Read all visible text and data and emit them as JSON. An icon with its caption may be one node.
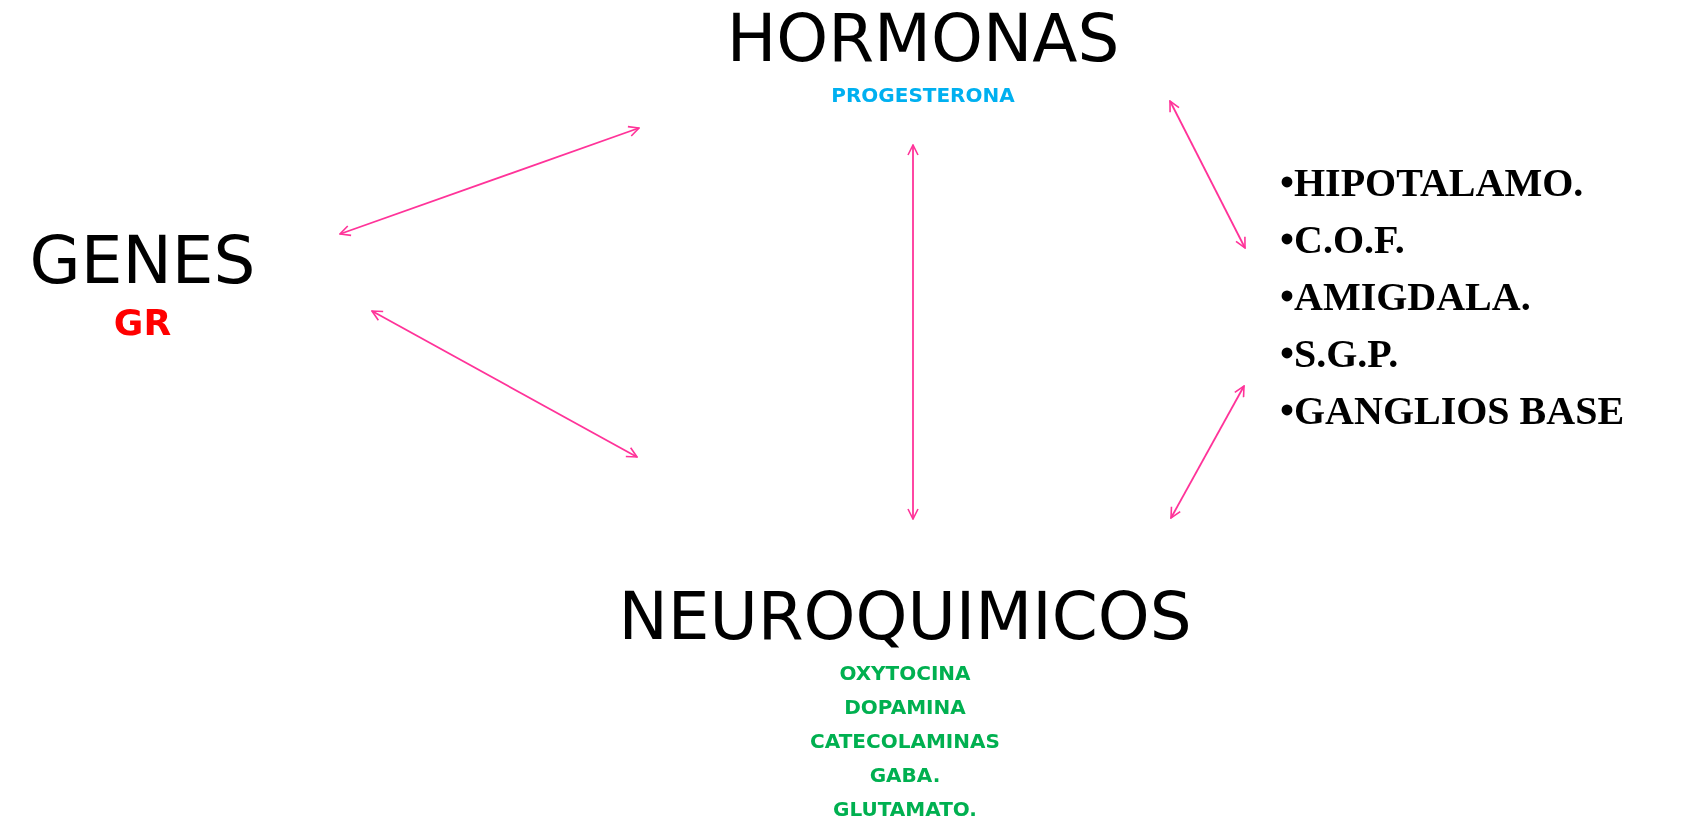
{
  "diagram": {
    "nodes": [
      {
        "text": [
          "GENES",
          "GR"
        ]
      },
      {
        "text": [
          "HORMONAS",
          "PROGESTERONA"
        ]
      },
      {
        "text": [
          "NEUROQUIMICOS",
          "OXYTOCINA",
          "DOPAMINA",
          "CATECOLAMINAS",
          "GABA.",
          "GLUTAMATO."
        ]
      },
      {
        "text": [
          "•HIPOTALAMO.",
          "•C.O.F.",
          "•AMIGDALA.",
          "•S.G.P.",
          "•GANGLIOS BASE"
        ]
      }
    ],
    "edges": [
      {
        "from": 0,
        "to": 1,
        "arrow": "both"
      },
      {
        "from": 0,
        "to": 2,
        "arrow": "both"
      },
      {
        "from": 1,
        "to": 2,
        "arrow": "both"
      },
      {
        "from": 1,
        "to": 3,
        "arrow": "both"
      },
      {
        "from": 2,
        "to": 3,
        "arrow": "both"
      }
    ]
  }
}
